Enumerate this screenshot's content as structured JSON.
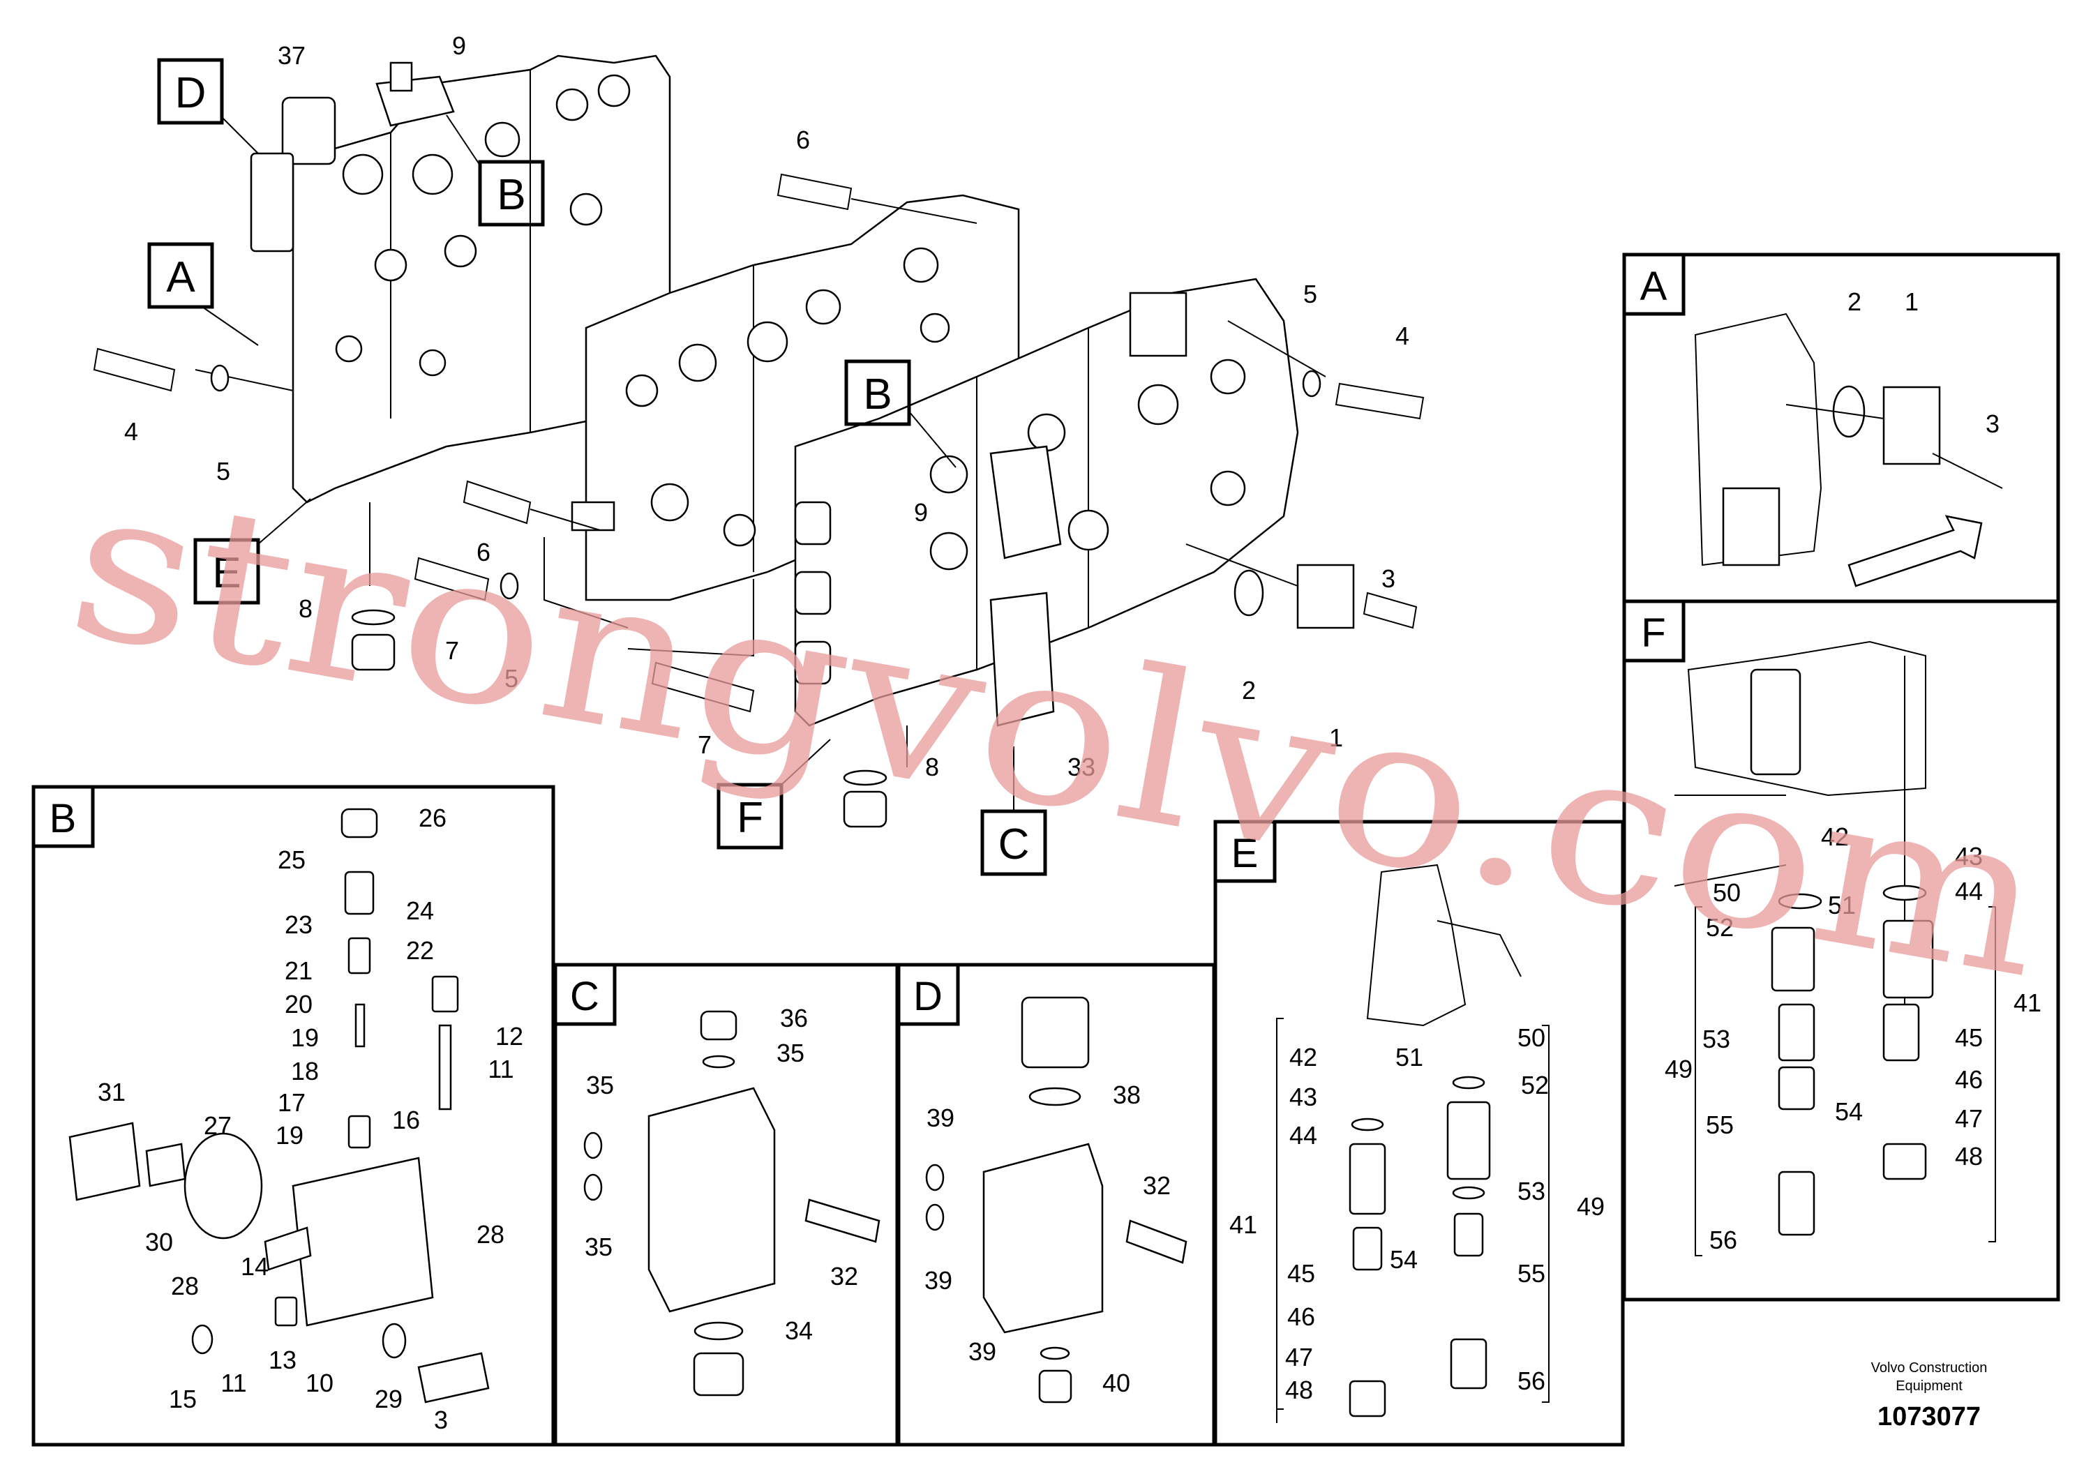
{
  "callouts": {
    "main": [
      {
        "letter": "D"
      },
      {
        "letter": "B"
      },
      {
        "letter": "A"
      },
      {
        "letter": "E"
      },
      {
        "letter": "B"
      },
      {
        "letter": "F"
      },
      {
        "letter": "C"
      }
    ],
    "views": [
      {
        "letter": "A"
      },
      {
        "letter": "F"
      },
      {
        "letter": "B"
      },
      {
        "letter": "C"
      },
      {
        "letter": "D"
      },
      {
        "letter": "E"
      }
    ]
  },
  "labels": {
    "main": [
      "37",
      "9",
      "6",
      "4",
      "5",
      "8",
      "6",
      "7",
      "5",
      "7",
      "9",
      "33",
      "8",
      "5",
      "4",
      "3",
      "2",
      "1"
    ],
    "view_a": [
      "2",
      "1",
      "3"
    ],
    "view_f": [
      "42",
      "43",
      "44",
      "50",
      "51",
      "52",
      "41",
      "53",
      "45",
      "49",
      "46",
      "54",
      "47",
      "55",
      "48",
      "56"
    ],
    "view_b": [
      "26",
      "25",
      "24",
      "23",
      "22",
      "21",
      "20",
      "19",
      "12",
      "18",
      "11",
      "17",
      "16",
      "31",
      "27",
      "19",
      "30",
      "28",
      "28",
      "14",
      "13",
      "15",
      "11",
      "10",
      "29",
      "3"
    ],
    "view_c": [
      "36",
      "35",
      "35",
      "35",
      "32",
      "34"
    ],
    "view_d": [
      "38",
      "39",
      "32",
      "39",
      "39",
      "40"
    ],
    "view_e": [
      "50",
      "42",
      "51",
      "52",
      "43",
      "44",
      "53",
      "49",
      "41",
      "54",
      "55",
      "45",
      "46",
      "47",
      "48",
      "56"
    ]
  },
  "caption": {
    "company_line1": "Volvo Construction",
    "company_line2": "Equipment",
    "number": "1073077"
  },
  "watermark": "strongvolvo.com"
}
